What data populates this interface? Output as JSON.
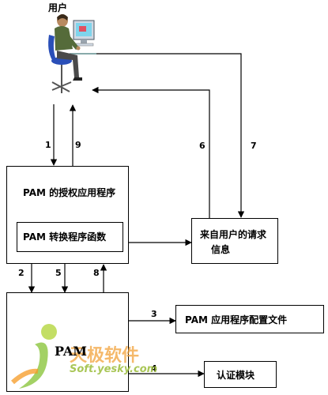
{
  "user_label": "用户",
  "auth_app_label": "PAM 的授权应用程序",
  "converter_label": "PAM 转换程序函数",
  "request_label_line1": "来自用户的请求",
  "request_label_line2": "信息",
  "pam_label": "PAM",
  "config_label": "PAM 应用程序配置文件",
  "auth_module_label": "认证模块",
  "watermark_main": "天极软件",
  "watermark_sub": "Soft.yesky.com",
  "arrow_numbers": {
    "n1": "1",
    "n2": "2",
    "n3": "3",
    "n4": "4",
    "n5": "5",
    "n6": "6",
    "n7": "7",
    "n8": "8",
    "n9": "9"
  }
}
